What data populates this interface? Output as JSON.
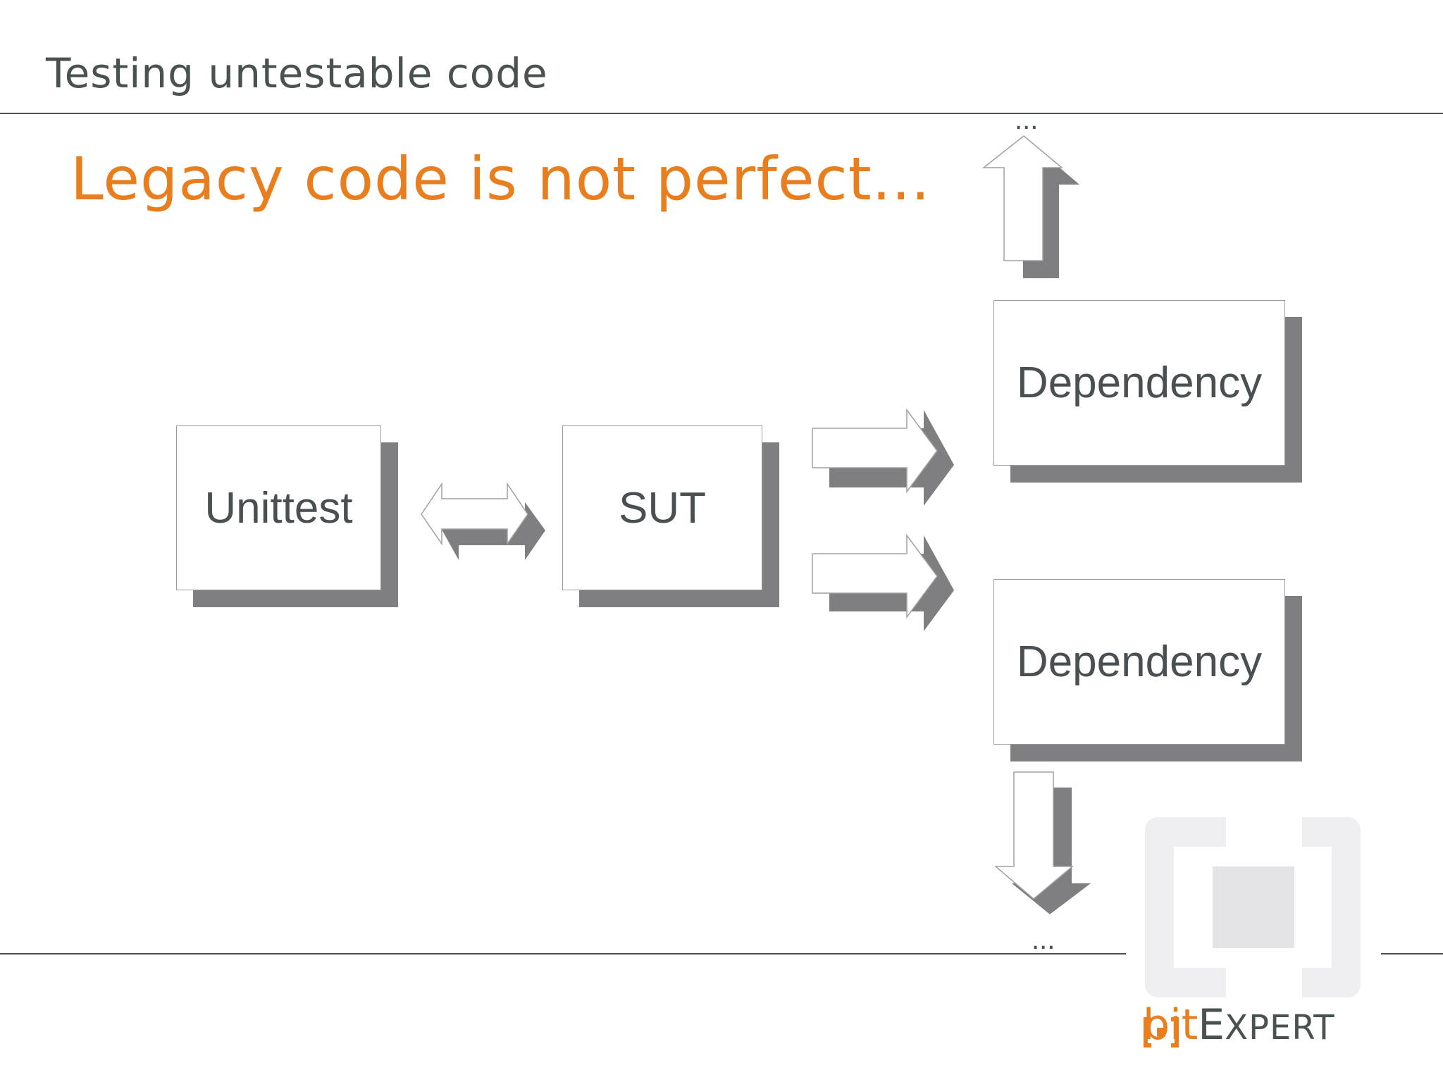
{
  "header": {
    "title": "Testing untestable code"
  },
  "slide": {
    "heading": "Legacy code is not perfect..."
  },
  "diagram": {
    "nodes": {
      "unittest": "Unittest",
      "sut": "SUT",
      "dependency_top": "Dependency",
      "dependency_bottom": "Dependency"
    },
    "ellipsis_top": "...",
    "ellipsis_bottom": "..."
  },
  "logo": {
    "brand_prefix": "bit",
    "brand_suffix_initial": "E",
    "brand_suffix_rest": "XPERT"
  },
  "colors": {
    "accent": "#e87e1e",
    "text": "#4a5250",
    "shadow": "#7f7e80",
    "logo_bracket": "#efeef0",
    "logo_square": "#e4e4e6"
  }
}
